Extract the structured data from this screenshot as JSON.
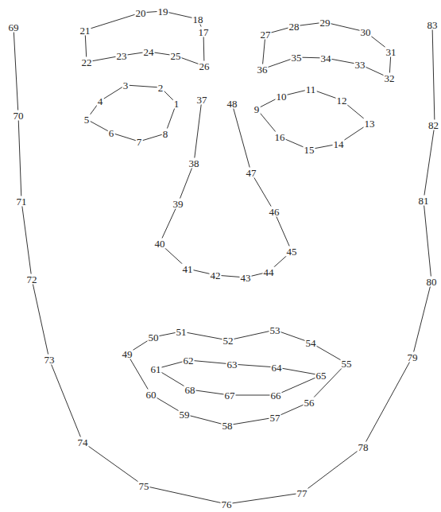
{
  "diagram": {
    "labels": [
      "1",
      "2",
      "3",
      "4",
      "5",
      "6",
      "7",
      "8",
      "9",
      "10",
      "11",
      "12",
      "13",
      "14",
      "15",
      "16",
      "17",
      "18",
      "19",
      "20",
      "21",
      "22",
      "23",
      "24",
      "25",
      "26",
      "27",
      "28",
      "29",
      "30",
      "31",
      "32",
      "33",
      "34",
      "35",
      "36",
      "37",
      "38",
      "39",
      "40",
      "41",
      "42",
      "43",
      "44",
      "45",
      "46",
      "47",
      "48",
      "49",
      "50",
      "51",
      "52",
      "53",
      "54",
      "55",
      "56",
      "57",
      "58",
      "59",
      "60",
      "61",
      "62",
      "63",
      "64",
      "65",
      "66",
      "67",
      "68",
      "69",
      "70",
      "71",
      "72",
      "73",
      "74",
      "75",
      "76",
      "77",
      "78",
      "79",
      "80",
      "81",
      "82",
      "83"
    ]
  }
}
